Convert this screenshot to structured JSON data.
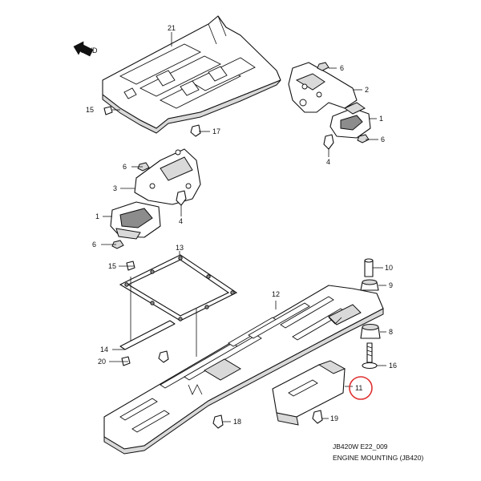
{
  "diagram": {
    "labels": {
      "fwd": "FWD",
      "p1a": "1",
      "p1b": "1",
      "p2": "2",
      "p3": "3",
      "p4a": "4",
      "p4b": "4",
      "p6a": "6",
      "p6b": "6",
      "p6c": "6",
      "p6d": "6",
      "p8": "8",
      "p9": "9",
      "p10": "10",
      "p11": "11",
      "p12": "12",
      "p13": "13",
      "p14": "14",
      "p15a": "15",
      "p15b": "15",
      "p16": "16",
      "p17": "17",
      "p18": "18",
      "p19": "19",
      "p20": "20",
      "p21": "21"
    },
    "caption_code": "JB420W E22_009",
    "caption_title": "ENGINE MOUNTING (JB420)",
    "highlight_color": "#e03030"
  }
}
